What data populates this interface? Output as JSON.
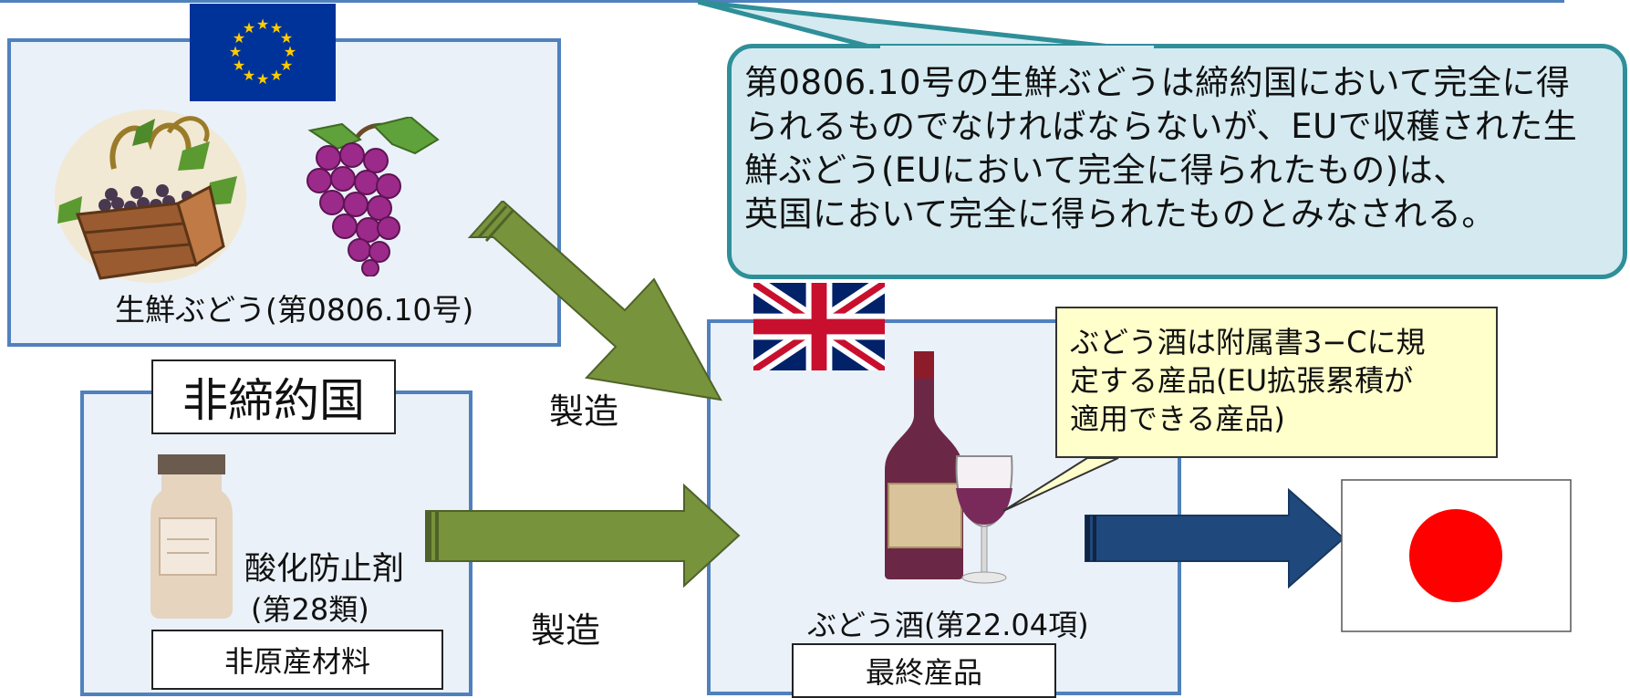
{
  "callout": {
    "lines": [
      "第0806.10号の生鮮ぶどうは締約国において完全に得",
      "られるものでなければならないが、EUで収穫された生",
      "鮮ぶどう(EUにおいて完全に得られたもの)は、",
      "英国において完全に得られたものとみなされる。"
    ]
  },
  "eu_region": {
    "caption": "生鮮ぶどう(第0806.10号)"
  },
  "non_party": {
    "title": "非締約国",
    "material_line1": "酸化防止剤",
    "material_line2": "(第28類)",
    "footer": "非原産材料"
  },
  "uk_region": {
    "note_lines": [
      "ぶどう酒は附属書3−Cに規",
      "定する産品(EU拡張累積が",
      "適用できる産品)"
    ],
    "product": "ぶどう酒(第22.04項)",
    "footer": "最終産品"
  },
  "arrows": {
    "upper_label": "製造",
    "lower_label": "製造"
  },
  "colors": {
    "region_border": "#4f81bd",
    "green_arrow": "#77933c",
    "blue_arrow": "#1f497d",
    "japan_disc": "#ff0000",
    "eu_blue": "#003399",
    "eu_star": "#ffcc00"
  },
  "icons": [
    "eu-flag-icon",
    "grape-crate-icon",
    "grape-bunch-icon",
    "uk-flag-icon",
    "japan-flag-icon",
    "wine-bottle-icon",
    "wine-glass-icon",
    "jar-icon"
  ]
}
